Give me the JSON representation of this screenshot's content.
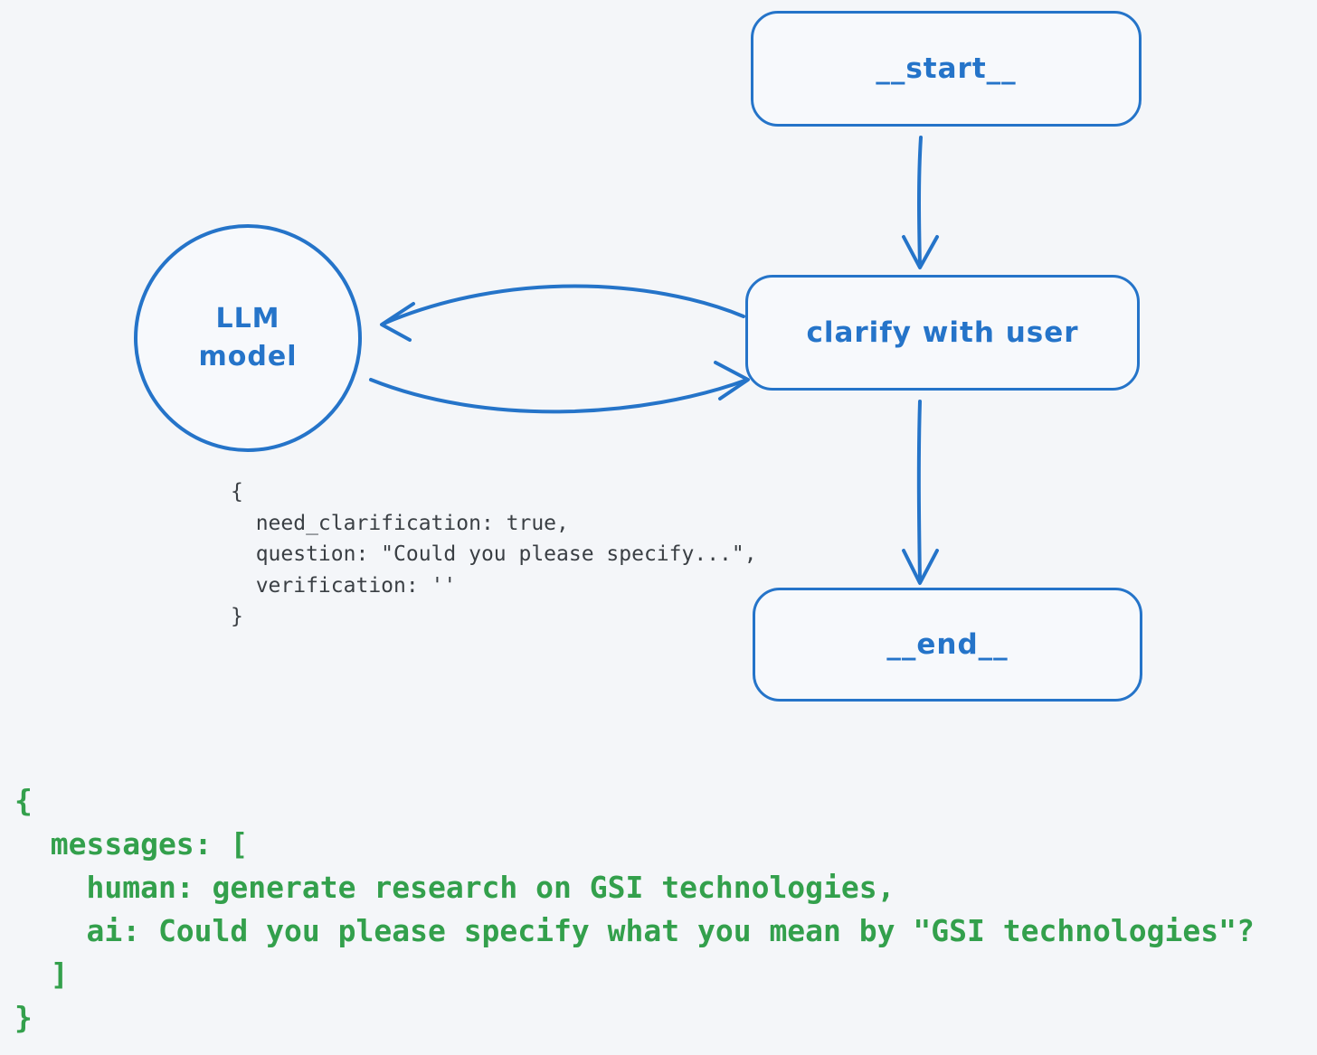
{
  "colors": {
    "stroke_blue": "#2574c9",
    "code_dark": "#3a3f44",
    "code_green": "#33a04c",
    "background": "#f4f6f9"
  },
  "diagram": {
    "nodes": {
      "start": {
        "label": "__start__"
      },
      "clarify": {
        "label": "clarify with user"
      },
      "llm": {
        "label_line1": "LLM",
        "label_line2": "model"
      },
      "end": {
        "label": "__end__"
      }
    },
    "edges": [
      {
        "from": "start",
        "to": "clarify"
      },
      {
        "from": "clarify",
        "to": "llm"
      },
      {
        "from": "llm",
        "to": "clarify"
      },
      {
        "from": "clarify",
        "to": "end"
      }
    ],
    "llm_output_annotation": "{\n  need_clarification: true,\n  question: \"Could you please specify...\",\n  verification: ''\n}"
  },
  "state_block": "{\n  messages: [\n    human: generate research on GSI technologies,\n    ai: Could you please specify what you mean by \"GSI technologies\"?\n  ]\n}"
}
